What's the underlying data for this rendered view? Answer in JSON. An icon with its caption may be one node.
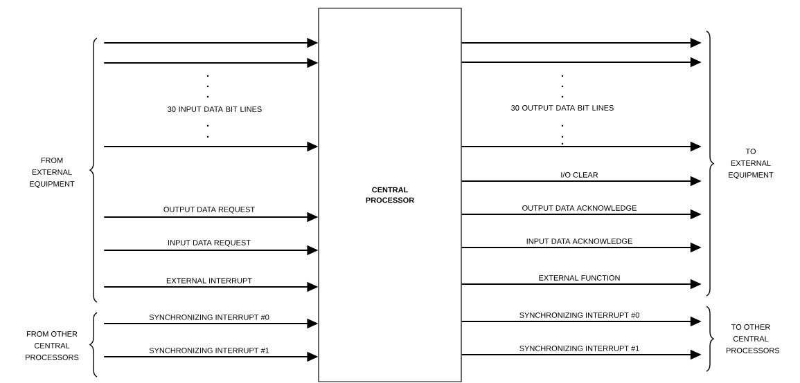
{
  "diagram": {
    "nodes": [
      {
        "text": [
          "FROM EXTERNAL EQUIPMENT"
        ]
      },
      {
        "text": [
          "FROM OTHER CENTRAL PROCESSORS"
        ]
      },
      {
        "text": [
          "CENTRAL PROCESSOR"
        ]
      },
      {
        "text": [
          "TO EXTERNAL EQUIPMENT"
        ]
      },
      {
        "text": [
          "TO OTHER CENTRAL PROCESSORS"
        ]
      }
    ],
    "edges": [
      {
        "from": 0,
        "to": 2,
        "arrow": "to"
      },
      {
        "from": 0,
        "to": 2,
        "arrow": "to"
      },
      {
        "from": 0,
        "to": 2,
        "arrow": "to"
      },
      {
        "from": 0,
        "to": 2,
        "arrow": "to",
        "label": "OUTPUT DATA REQUEST"
      },
      {
        "from": 0,
        "to": 2,
        "arrow": "to",
        "label": "INPUT DATA REQUEST"
      },
      {
        "from": 0,
        "to": 2,
        "arrow": "to",
        "label": "EXTERNAL INTERRUPT"
      },
      {
        "from": 1,
        "to": 2,
        "arrow": "to",
        "label": "SYNCHRONIZING INTERRUPT #0"
      },
      {
        "from": 1,
        "to": 2,
        "arrow": "to",
        "label": "SYNCHRONIZING INTERRUPT #1"
      },
      {
        "from": 2,
        "to": 3,
        "arrow": "to"
      },
      {
        "from": 2,
        "to": 3,
        "arrow": "to"
      },
      {
        "from": 2,
        "to": 3,
        "arrow": "to"
      },
      {
        "from": 2,
        "to": 3,
        "arrow": "to",
        "label": "I/O CLEAR"
      },
      {
        "from": 2,
        "to": 3,
        "arrow": "to",
        "label": "OUTPUT DATA ACKNOWLEDGE"
      },
      {
        "from": 2,
        "to": 3,
        "arrow": "to",
        "label": "INPUT DATA ACKNOWLEDGE"
      },
      {
        "from": 2,
        "to": 3,
        "arrow": "to",
        "label": "EXTERNAL FUNCTION"
      },
      {
        "from": 2,
        "to": 4,
        "arrow": "to",
        "label": "SYNCHRONIZING INTERRUPT #0"
      },
      {
        "from": 2,
        "to": 4,
        "arrow": "to",
        "label": "SYNCHRONIZING INTERRUPT #1"
      }
    ],
    "labels": [
      "30 INPUT DATA BIT LINES",
      "30 OUTPUT DATA BIT LINES"
    ]
  }
}
